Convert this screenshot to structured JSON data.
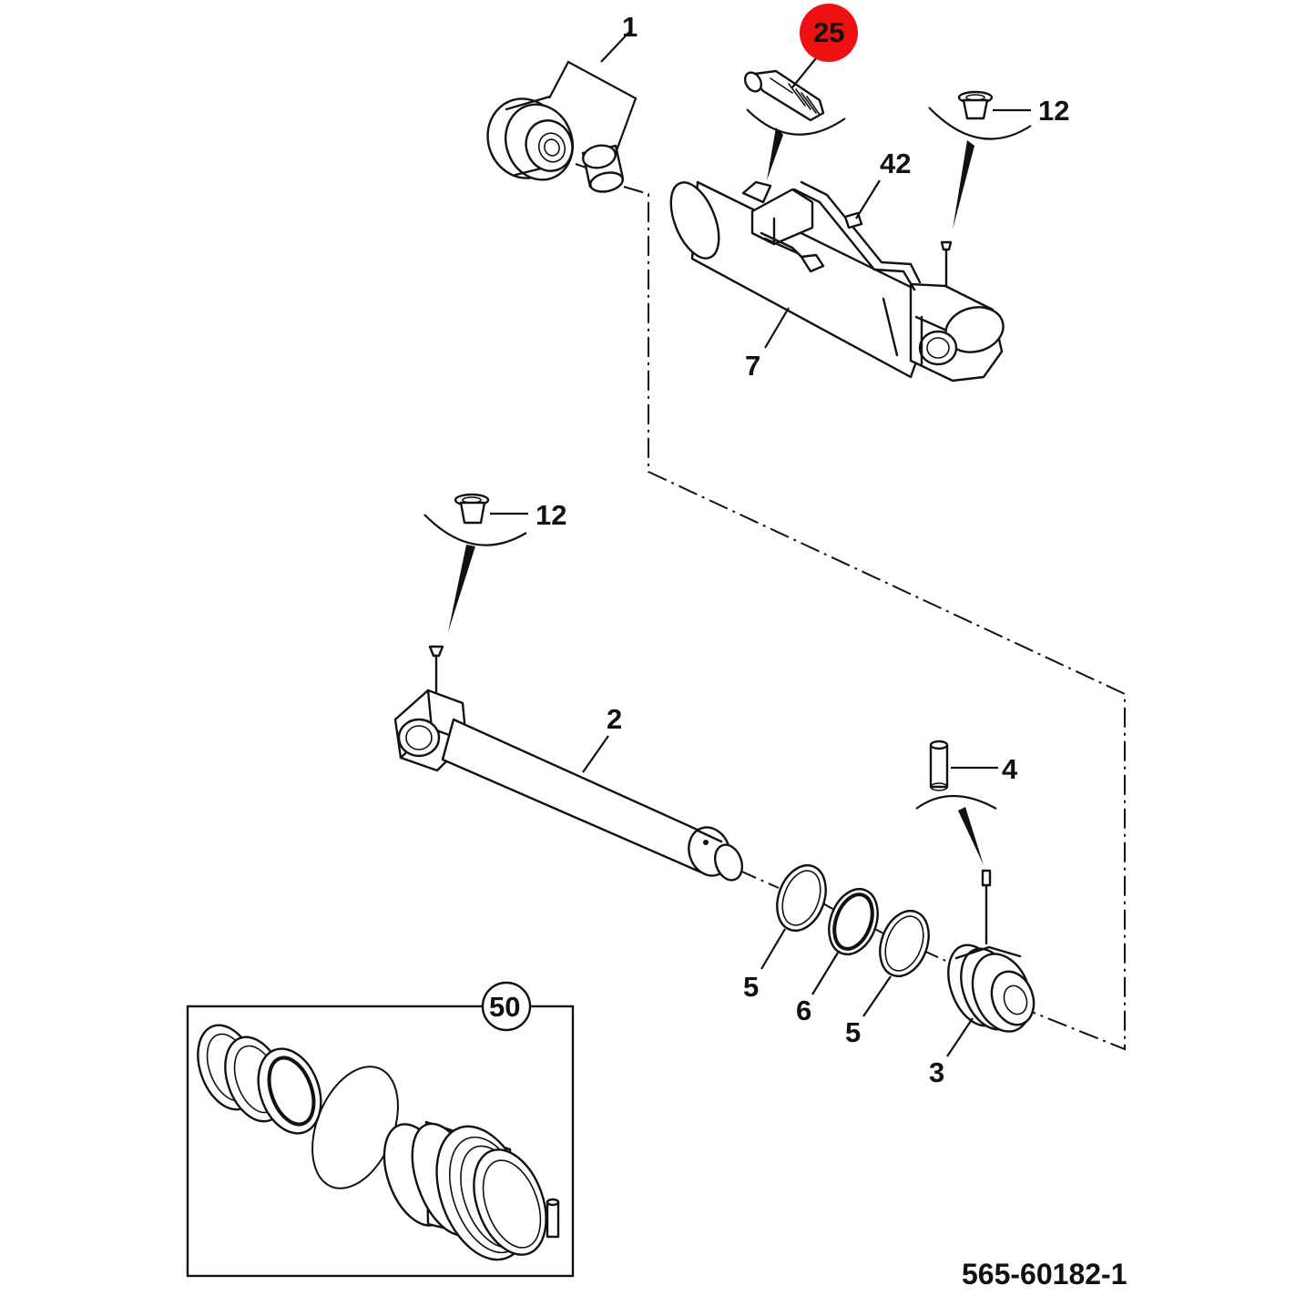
{
  "labels": {
    "p1": "1",
    "p25": "25",
    "p12a": "12",
    "p42": "42",
    "p7": "7",
    "p12b": "12",
    "p2": "2",
    "p4": "4",
    "p5a": "5",
    "p6": "6",
    "p5b": "5",
    "p3": "3",
    "p50": "50"
  },
  "document_number": "565-60182-1",
  "colors": {
    "highlight": "#ee1111",
    "line": "#111111",
    "background": "#ffffff"
  }
}
